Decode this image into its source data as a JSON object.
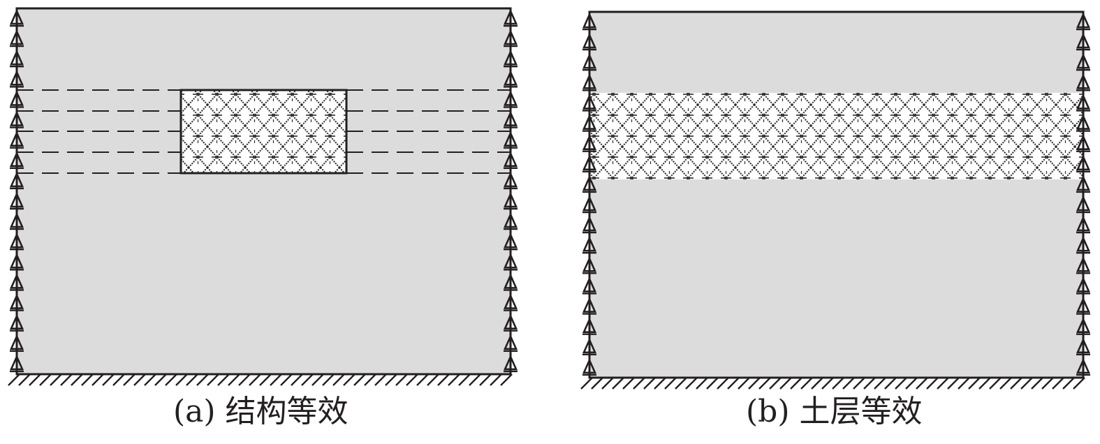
{
  "panels": [
    {
      "id": "a",
      "caption": "(a) 结构等效",
      "equivalent_zone": "structure-block",
      "roller_supports_per_side": 18
    },
    {
      "id": "b",
      "caption": "(b) 土层等效",
      "equivalent_zone": "full-width-layer",
      "roller_supports_per_side": 18
    }
  ],
  "colors": {
    "soil": "#dcdcdc",
    "line": "#231f20",
    "hatch": "#2a2a2a",
    "background": "#ffffff"
  }
}
